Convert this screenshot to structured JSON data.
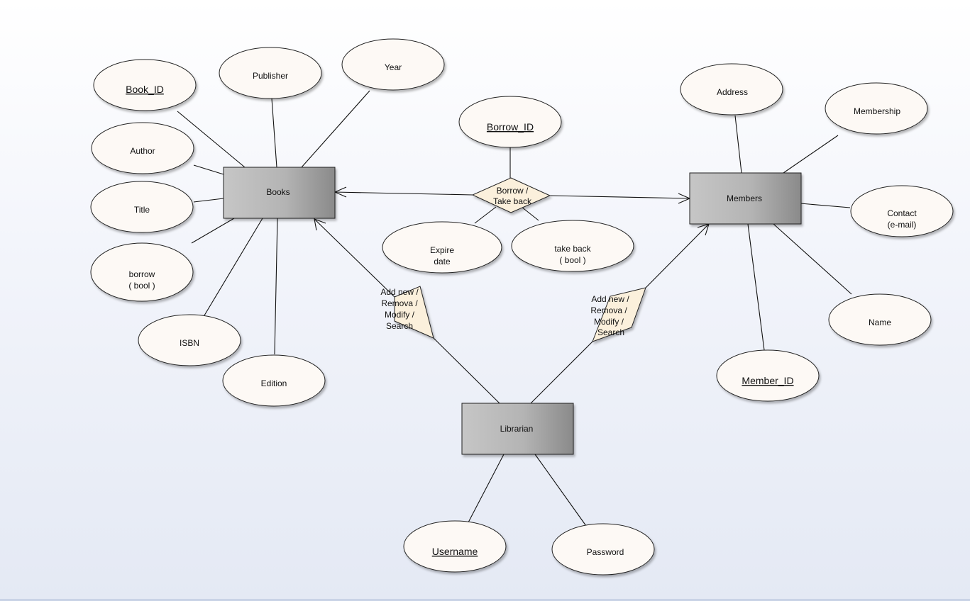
{
  "entities": {
    "books": "Books",
    "members": "Members",
    "librarian": "Librarian"
  },
  "attributes": {
    "book_id": "Book_ID",
    "publisher": "Publisher",
    "year": "Year",
    "author": "Author",
    "title": "Title",
    "borrow_bool": [
      "borrow",
      "( bool )"
    ],
    "isbn": "ISBN",
    "edition": "Edition",
    "borrow_id": "Borrow_ID",
    "expire_date": [
      "Expire",
      "date"
    ],
    "take_back_bool": [
      "take back",
      "( bool )"
    ],
    "address": "Address",
    "membership": "Membership",
    "contact": [
      "Contact",
      "(e-mail)"
    ],
    "name": "Name",
    "member_id": "Member_ID",
    "username": "Username",
    "password": "Password"
  },
  "relationships": {
    "borrow_take_back": [
      "Borrow /",
      "Take back"
    ],
    "manage_books": [
      "Add new /",
      "Remova /",
      "Modify /",
      "Search"
    ],
    "manage_members": [
      "Add new /",
      "Remova /",
      "Modify /",
      "Search"
    ]
  },
  "colors": {
    "ellipse_fill": "#fdf9f5",
    "entity_gradient_start": "#c4c4c4",
    "entity_gradient_end": "#8e8e8e",
    "relationship_fill": "#fbf0dc"
  }
}
